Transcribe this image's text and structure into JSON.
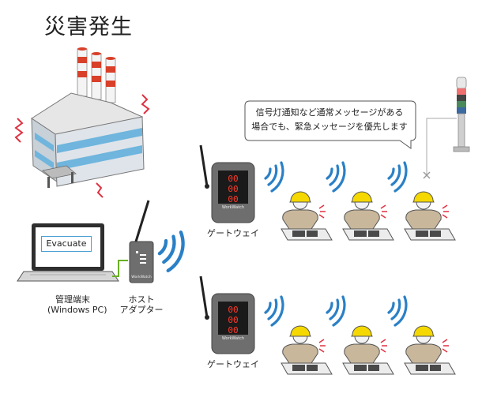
{
  "title": "災害発生",
  "pc": {
    "screen_text": "Evacuate",
    "label_line1": "管理端末",
    "label_line2": "(Windows PC)"
  },
  "adapter": {
    "label_line1": "ホスト",
    "label_line2": "アダプター",
    "brand": "WorkWatch"
  },
  "gateways": [
    {
      "label": "ゲートウェイ",
      "brand": "WorkWatch"
    },
    {
      "label": "ゲートウェイ",
      "brand": "WorkWatch"
    }
  ],
  "message": {
    "line1": "信号灯通知など通常メッセージがある",
    "line2": "場合でも、緊急メッセージを優先します"
  },
  "colors": {
    "signal_blue": "#2a80c6",
    "helmet_yellow": "#f5d800",
    "alarm_red": "#e03040",
    "smoke_red": "#d8402a"
  }
}
